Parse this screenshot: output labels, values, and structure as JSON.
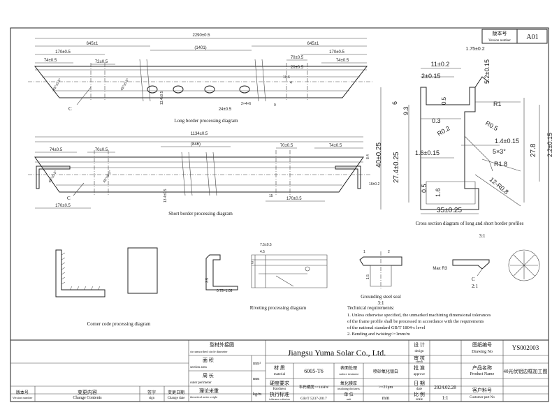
{
  "version_box": {
    "label": "版本号",
    "label_en": "Version number",
    "value": "A01"
  },
  "views": {
    "long_border": {
      "caption": "Long border processing diagram",
      "dims": {
        "overall": "2290±0.5",
        "half_left": "645±1",
        "half_right": "645±1",
        "center": "(1401)",
        "d170_left": "170±0.5",
        "d170_right": "170±0.5",
        "d74_left": "74±0.5",
        "d74_right": "74±0.5",
        "d72": "72±0.5",
        "d70": "70±0.5",
        "d20": "20±0.5",
        "d13_4": "13.4±0.5",
        "d24": "24±0.5",
        "d2x": "2×4×6",
        "d9": "9",
        "d10_6": "10.6",
        "d4": "4",
        "d45": "45°±0.5°",
        "label_c": "C"
      }
    },
    "short_border": {
      "caption": "Short border processing diagram",
      "dims": {
        "overall": "1134±0.5",
        "center": "(846)",
        "d170_left": "170±0.5",
        "d170_right": "170±0.5",
        "d74_left": "74±0.5",
        "d74_right": "74±0.5",
        "d70_left": "70±0.5",
        "d70_right": "70±0.5",
        "d13_4": "13.4±0.5",
        "d16": "16±0.2",
        "d8_4": "8.4",
        "d15": "15",
        "d45": "45°±0.5°",
        "label_c": "C"
      }
    },
    "cross_section": {
      "caption": "Cross section diagram of long and short border profiles",
      "scale": "3:1",
      "dims": {
        "d11": "11±0.2",
        "d1_75": "1.75±0.2",
        "d5_2": "5.2±0.15",
        "d2": "2±0.15",
        "r1": "R1",
        "d6": "6",
        "d9_3": "9.3",
        "d0_5_top": "0.5",
        "d0_3": "0.3",
        "r0_2": "R0.2",
        "r0_5": "R0.5",
        "d40": "40±0.25",
        "d27_4": "27.4±0.25",
        "d27_8": "27.8",
        "d2_2": "2.2±0.15",
        "d1_6": "1.6±0.15",
        "d1_4": "1.4±0.15",
        "d5x3": "5×3°",
        "r1_8": "R1.8",
        "d12_r0_8": "12-R0.8",
        "d0_5_bottom": "0.5",
        "d1_6_bottom": "1.6",
        "d35": "35±0.25"
      }
    },
    "corner_code": {
      "caption": "Corner code processing diagram"
    },
    "riveting": {
      "caption": "Riveting processing diagram",
      "dims": {
        "d7_5": "7.5±0.5",
        "d4_5": "4.5",
        "d2": "2",
        "d3_5": "3.5",
        "d0_75": "0.75~1.05"
      }
    },
    "grounding": {
      "caption": "Grounding steel seal",
      "scale": "3:1",
      "dims": {
        "d1": "1",
        "d2": "2",
        "d1_5": "1.5"
      }
    },
    "detail_c": {
      "label": "C",
      "scale": "2:1",
      "max_r": "Max R3"
    }
  },
  "technical_requirements": {
    "title": "Technical requirements:",
    "lines": [
      "1. Unless otherwise specified, the unmarked machining dimensional tolerances",
      "of the frame profile shall be processed in accordance with the requirements",
      "of the national standard GB/T 1804-c level",
      "2. Bending and twisting<=1mm/m"
    ]
  },
  "title_block": {
    "circumscribed_label": "型材外接圆",
    "circumscribed_label_en": "circumscribed circle diameter",
    "section_area_label": "面 积",
    "section_area_label_en": "section area",
    "section_area_unit": "mm²",
    "perimeter_label": "周 长",
    "perimeter_label_en": "outer perimeter",
    "perimeter_unit": "mm",
    "weight_label": "理论米重",
    "weight_label_en": "theoretical meter weight",
    "weight_unit": "kg/m",
    "company": "Jiangsu Yuma Solar Co., Ltd.",
    "material_label": "材 质",
    "material_label_en": "material",
    "material_value": "6005-T6",
    "hardness_label": "硬度要求",
    "hardness_label_en": "Hardness",
    "hardness_value": "韦氏硬度>=14HW",
    "surface_label": "表面处理",
    "surface_label_en": "surface treatment",
    "surface_value": "喷砂氧化银白",
    "oxide_label": "氧化膜厚",
    "oxide_label_en": "insulating thickness",
    "oxide_value": ">=21μm",
    "standard_label": "执行标准",
    "standard_label_en": "tolerance criterion",
    "standard_value": "GB/T 5237-2017",
    "unit_label": "单 位",
    "unit_label_en": "unit",
    "unit_value": "mm",
    "design_label": "设 计",
    "design_label_en": "design",
    "check_label": "审 核",
    "check_label_en": "check",
    "approve_label": "批 准",
    "approve_label_en": "approve",
    "date_label": "日 期",
    "date_label_en": "date",
    "date_value": "2024.02.28",
    "scale_label": "比 例",
    "scale_label_en": "scale",
    "scale_value": "1:1",
    "drawing_no_label": "图纸编号",
    "drawing_no_label_en": "Drawing No",
    "drawing_no_value": "YS002003",
    "product_name_label": "产品名称",
    "product_name_label_en": "Product Name",
    "product_name_value": "40光伏铝边框加工图",
    "customer_part_label": "客户料号",
    "customer_part_label_en": "Customer part No",
    "version_col_label": "版本号",
    "version_col_label_en": "Version number",
    "change_content_label": "变更内容",
    "change_content_label_en": "Change Contents",
    "sign_label": "签字",
    "sign_label_en": "sign",
    "change_date_label": "变更日期",
    "change_date_label_en": "Change date"
  }
}
